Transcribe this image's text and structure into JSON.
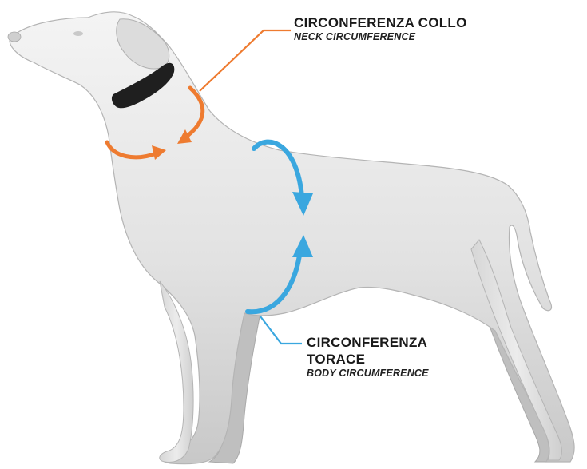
{
  "labels": {
    "neck": {
      "title": "CIRCONFERENZA COLLO",
      "subtitle": "NECK CIRCUMFERENCE"
    },
    "body": {
      "title_line1": "CIRCONFERENZA",
      "title_line2": "TORACE",
      "subtitle": "BODY CIRCUMFERENCE"
    }
  },
  "colors": {
    "neck_arrow": "#ee7b30",
    "body_arrow": "#3aa7df",
    "collar": "#1f1f1f"
  }
}
